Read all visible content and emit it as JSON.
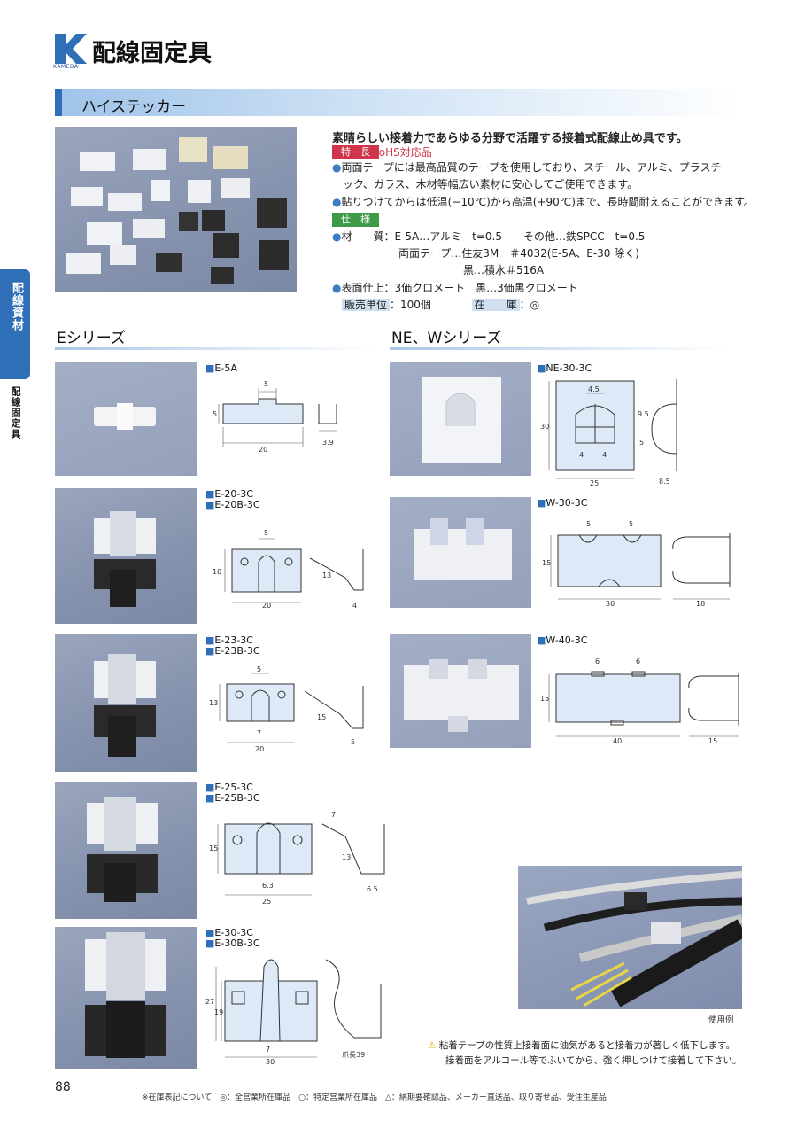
{
  "header": {
    "logo_text": "KAMEDA",
    "title": "配線固定具"
  },
  "section": {
    "title": "ハイステッカー"
  },
  "side_tab": {
    "category": "配線資材",
    "subcategory": "配線固定具"
  },
  "description": {
    "lead": "素晴らしい接着力であらゆる分野で活躍する接着式配線止め具です。",
    "feature_tag": "特　長",
    "rohs": "RoHS対応品",
    "bullet1_l1": "両面テープには最高品質のテープを使用しており、スチール、アルミ、プラスチ",
    "bullet1_l2": "ック、ガラス、木材等幅広い素材に安心してご使用できます。",
    "bullet2": "貼りつけてからは低温(−10℃)から高温(+90℃)まで、長時間耐えることができます。",
    "spec_tag": "仕　様",
    "material_label": "材　　質",
    "material_l1": "：E-5A…アルミ　t=0.5　　その他…鉄SPCC　t=0.5",
    "material_l2": "両面テープ…住友3M　＃4032(E-5A、E-30 除く)",
    "material_l3": "黒…積水＃516A",
    "finish_label": "表面仕上",
    "finish": "：3価クロメート　黒…3価黒クロメート",
    "unit_label": "販売単位",
    "unit": "：100個",
    "stock_label": "在　　庫",
    "stock": "：◎"
  },
  "series": {
    "e_title": "Eシリーズ",
    "nw_title": "NE、Wシリーズ"
  },
  "models": {
    "e5a": "E-5A",
    "e20": "E-20-3C",
    "e20b": "E-20B-3C",
    "e23": "E-23-3C",
    "e23b": "E-23B-3C",
    "e25": "E-25-3C",
    "e25b": "E-25B-3C",
    "e30": "E-30-3C",
    "e30b": "E-30B-3C",
    "ne30": "NE-30-3C",
    "w30": "W-30-3C",
    "w40": "W-40-3C"
  },
  "usage_caption": "使用例",
  "warning": {
    "l1": "粘着テープの性質上接着面に油気があると接着力が著しく低下します。",
    "l2": "接着面をアルコール等でふいてから、強く押しつけて接着して下さい。"
  },
  "footer": {
    "page": "88",
    "note": "※在庫表記について　◎：全営業所在庫品　○：特定営業所在庫品　△：納期要確認品、メーカー直送品、取り寄せ品、受注生産品"
  },
  "dims": {
    "e5a": [
      "5",
      "5",
      "20",
      "3.9"
    ],
    "e20": [
      "5",
      "10",
      "20",
      "13",
      "4"
    ],
    "e23": [
      "5",
      "13",
      "7",
      "20",
      "15",
      "5"
    ],
    "e25": [
      "15",
      "6.3",
      "25",
      "7",
      "13",
      "6.5"
    ],
    "e30": [
      "27",
      "19",
      "7",
      "30",
      "爪長39"
    ],
    "ne30": [
      "4.5",
      "30",
      "4",
      "4",
      "25",
      "9.5",
      "5",
      "8.5"
    ],
    "w30": [
      "5",
      "5",
      "15",
      "30",
      "18"
    ],
    "w40": [
      "6",
      "6",
      "15",
      "40",
      "15"
    ]
  },
  "colors": {
    "brand_blue": "#2f6fb8",
    "feature_red": "#d0344a",
    "spec_green": "#3d9a46"
  }
}
